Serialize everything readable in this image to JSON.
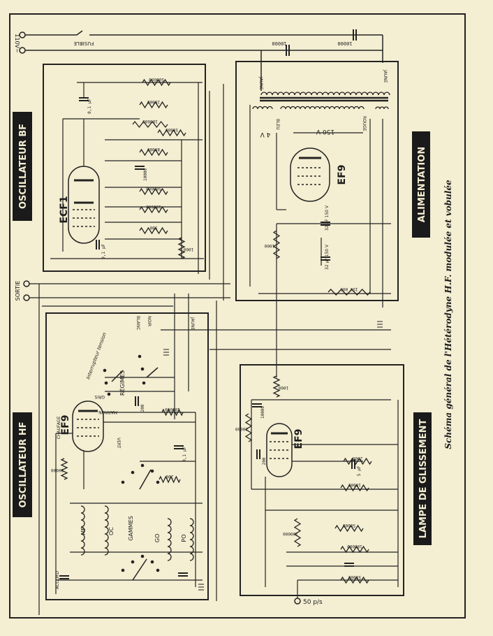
{
  "caption": "Schéma général de l'Hétérodyne H.F. modulée et vobulée",
  "sections": {
    "osc_bf": "OSCILLATEUR BF",
    "alimentation": "ALIMENTATION",
    "osc_hf": "OSCILLATEUR HF",
    "lampe": "LAMPE DE GLISSEMENT"
  },
  "tubes": {
    "ecf1": "ECF1",
    "ef9_alim": "EF9",
    "ef9_hf": "EF9",
    "ef9_gliss": "EF9"
  },
  "terminals": {
    "mains": "110V~",
    "fusible": "FUSIBLE",
    "sortie": "SORTIE",
    "freq": "50 p/s"
  },
  "labels": {
    "regimes": "RÉGIMES",
    "gammes": "GAMMES",
    "interrupteur": "Interrupteur tension",
    "accord": "ACCORD",
    "mf": "MF",
    "oc": "OC",
    "go": "GO",
    "po": "PO",
    "chaufage": "CHAUFAGE",
    "v150": "150 V",
    "v4": "4 V",
    "jaune1": "JAUNE",
    "jaune2": "JAUNE",
    "jaune3": "JAUNE",
    "bleu": "BLEU",
    "rouge": "ROUGE",
    "blanc": "BLANC",
    "noir": "NOIR",
    "vert": "VERT",
    "marron": "MARRON",
    "gris": "GRIS",
    "cap_32a": "32 µF 150 V",
    "cap_32b": "32 µF 150 V"
  },
  "values": {
    "r1": "10000",
    "r2": "10000",
    "r3": "500000",
    "r4": "20000",
    "r5": "100000",
    "r6": "50000",
    "r7": "80000",
    "r8": "500000",
    "r9": "100000",
    "r10": "500",
    "r11": "1000",
    "r12": "150 000",
    "r13": "1000",
    "r14": "20000",
    "r15": "100000",
    "r16": "2000",
    "r17": "10000",
    "r18": "100000",
    "r19": "100000",
    "r20": "50000",
    "r21": "50000",
    "r22": "200",
    "r23": "20000",
    "r24": "1000",
    "c1": "0,1 µF",
    "c2": "10000",
    "c3": "200",
    "c4": "5 µF",
    "c5": "0,1 µF"
  }
}
